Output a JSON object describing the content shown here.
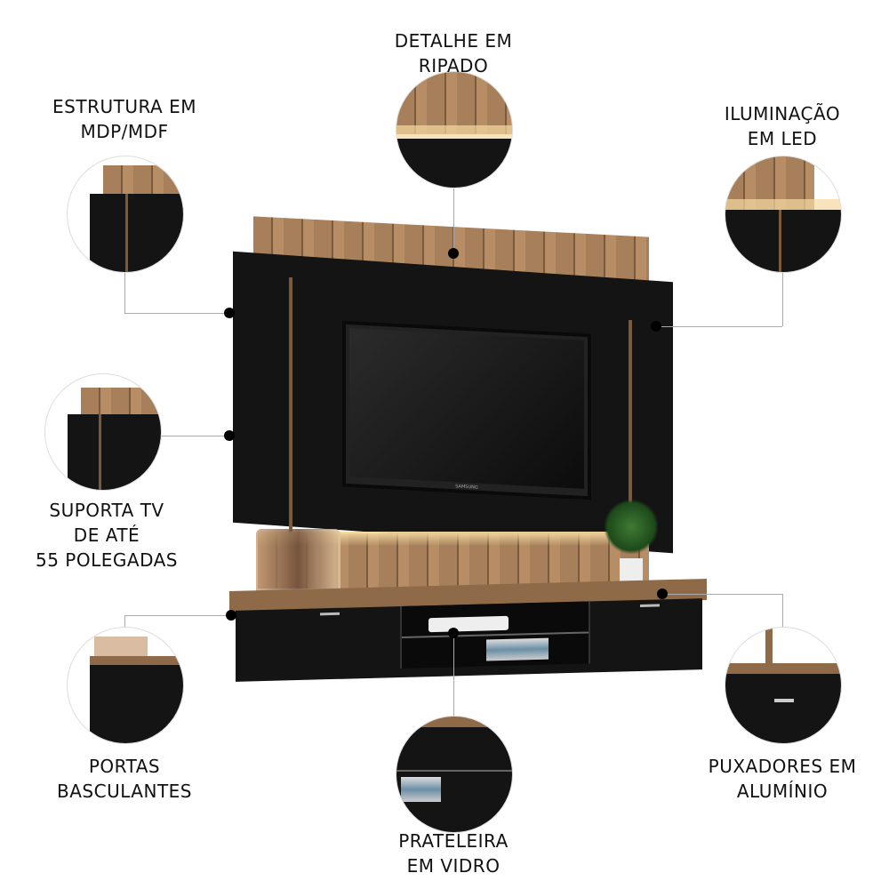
{
  "callouts": {
    "detalhe": "DETALHE EM\nRIPADO",
    "estrutura": "ESTRUTURA EM\nMDP/MDF",
    "iluminacao": "ILUMINAÇÃO\nEM LED",
    "suporta": "SUPORTA TV\nDE ATÉ\n55 POLEGADAS",
    "portas": "PORTAS\nBASCULANTES",
    "puxadores": "PUXADORES EM\nALUMÍNIO",
    "prateleira": "PRATELEIRA\nEM VIDRO"
  },
  "tv_brand": "SAMSUNG",
  "colors": {
    "wood": "#a7805b",
    "panel": "#141414",
    "led": "#f5d9a0"
  }
}
